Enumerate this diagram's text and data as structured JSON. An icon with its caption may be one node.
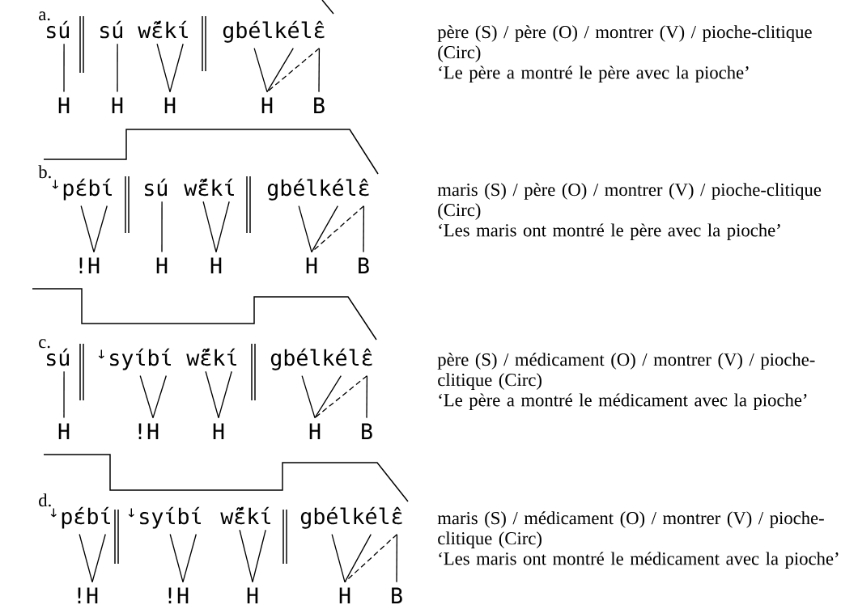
{
  "diagram": {
    "nodes": [
      {
        "text": [
          "sú"
        ]
      },
      {
        "text": [
          "sú"
        ]
      },
      {
        "text": [
          "wɛ̃́kɩ́"
        ]
      },
      {
        "text": [
          "gbélkélɛ̂"
        ]
      },
      {
        "text": [
          "H"
        ]
      },
      {
        "text": [
          "H"
        ]
      },
      {
        "text": [
          "H"
        ]
      },
      {
        "text": [
          "H"
        ]
      },
      {
        "text": [
          "B"
        ]
      },
      {
        "text": [
          "ꜜpɛ́bɩ́"
        ]
      },
      {
        "text": [
          "sú"
        ]
      },
      {
        "text": [
          "wɛ̃́kɩ́"
        ]
      },
      {
        "text": [
          "gbélkélɛ̂"
        ]
      },
      {
        "text": [
          "!H"
        ]
      },
      {
        "text": [
          "H"
        ]
      },
      {
        "text": [
          "H"
        ]
      },
      {
        "text": [
          "H"
        ]
      },
      {
        "text": [
          "B"
        ]
      },
      {
        "text": [
          "sú"
        ]
      },
      {
        "text": [
          "ꜜsyɩ́bɩ́"
        ]
      },
      {
        "text": [
          "wɛ̃́kɩ́"
        ]
      },
      {
        "text": [
          "gbélkélɛ̂"
        ]
      },
      {
        "text": [
          "H"
        ]
      },
      {
        "text": [
          "!H"
        ]
      },
      {
        "text": [
          "H"
        ]
      },
      {
        "text": [
          "H"
        ]
      },
      {
        "text": [
          "B"
        ]
      },
      {
        "text": [
          "ꜜpɛ́bɩ́"
        ]
      },
      {
        "text": [
          "ꜜsyɩ́bɩ́"
        ]
      },
      {
        "text": [
          "wɛ̃́kɩ́"
        ]
      },
      {
        "text": [
          "gbélkélɛ̂"
        ]
      },
      {
        "text": [
          "!H"
        ]
      },
      {
        "text": [
          "!H"
        ]
      },
      {
        "text": [
          "H"
        ]
      },
      {
        "text": [
          "H"
        ]
      },
      {
        "text": [
          "B"
        ]
      }
    ],
    "edges": [
      {
        "from": 0,
        "to": 4,
        "arrow": "none"
      },
      {
        "from": 1,
        "to": 5,
        "arrow": "none"
      },
      {
        "from": 2,
        "to": 6,
        "arrow": "none"
      },
      {
        "from": 2,
        "to": 6,
        "arrow": "none"
      },
      {
        "from": 3,
        "to": 7,
        "arrow": "none"
      },
      {
        "from": 3,
        "to": 7,
        "arrow": "none"
      },
      {
        "from": 3,
        "to": 7,
        "arrow": "none",
        "style": "dashed"
      },
      {
        "from": 3,
        "to": 8,
        "arrow": "none"
      },
      {
        "from": 9,
        "to": 13,
        "arrow": "none"
      },
      {
        "from": 9,
        "to": 13,
        "arrow": "none"
      },
      {
        "from": 10,
        "to": 14,
        "arrow": "none"
      },
      {
        "from": 11,
        "to": 15,
        "arrow": "none"
      },
      {
        "from": 11,
        "to": 15,
        "arrow": "none"
      },
      {
        "from": 12,
        "to": 16,
        "arrow": "none"
      },
      {
        "from": 12,
        "to": 16,
        "arrow": "none"
      },
      {
        "from": 12,
        "to": 16,
        "arrow": "none",
        "style": "dashed"
      },
      {
        "from": 12,
        "to": 17,
        "arrow": "none"
      },
      {
        "from": 18,
        "to": 22,
        "arrow": "none"
      },
      {
        "from": 19,
        "to": 23,
        "arrow": "none"
      },
      {
        "from": 19,
        "to": 23,
        "arrow": "none"
      },
      {
        "from": 20,
        "to": 24,
        "arrow": "none"
      },
      {
        "from": 20,
        "to": 24,
        "arrow": "none"
      },
      {
        "from": 21,
        "to": 25,
        "arrow": "none"
      },
      {
        "from": 21,
        "to": 25,
        "arrow": "none"
      },
      {
        "from": 21,
        "to": 25,
        "arrow": "none",
        "style": "dashed"
      },
      {
        "from": 21,
        "to": 26,
        "arrow": "none"
      },
      {
        "from": 27,
        "to": 31,
        "arrow": "none"
      },
      {
        "from": 27,
        "to": 31,
        "arrow": "none"
      },
      {
        "from": 28,
        "to": 32,
        "arrow": "none"
      },
      {
        "from": 28,
        "to": 32,
        "arrow": "none"
      },
      {
        "from": 29,
        "to": 33,
        "arrow": "none"
      },
      {
        "from": 29,
        "to": 33,
        "arrow": "none"
      },
      {
        "from": 30,
        "to": 34,
        "arrow": "none"
      },
      {
        "from": 30,
        "to": 34,
        "arrow": "none"
      },
      {
        "from": 30,
        "to": 34,
        "arrow": "none",
        "style": "dashed"
      },
      {
        "from": 30,
        "to": 35,
        "arrow": "none"
      }
    ],
    "labels": [
      "a.",
      "père (S) / père (O) / montrer (V) / pioche-clitique (Circ)",
      "‘Le père a montré le père avec la pioche’",
      "b.",
      "maris (S) / père (O) / montrer (V) / pioche-clitique (Circ)",
      "‘Les maris ont montré le père avec la pioche’",
      "c.",
      "père (S) / médicament (O) / montrer (V) / pioche-clitique (Circ)",
      "‘Le père a montré le médicament avec la pioche’",
      "d.",
      "maris (S) / médicament (O) / montrer (V) / pioche-clitique (Circ)",
      "‘Les maris ont montré le médicament avec la pioche’"
    ]
  }
}
